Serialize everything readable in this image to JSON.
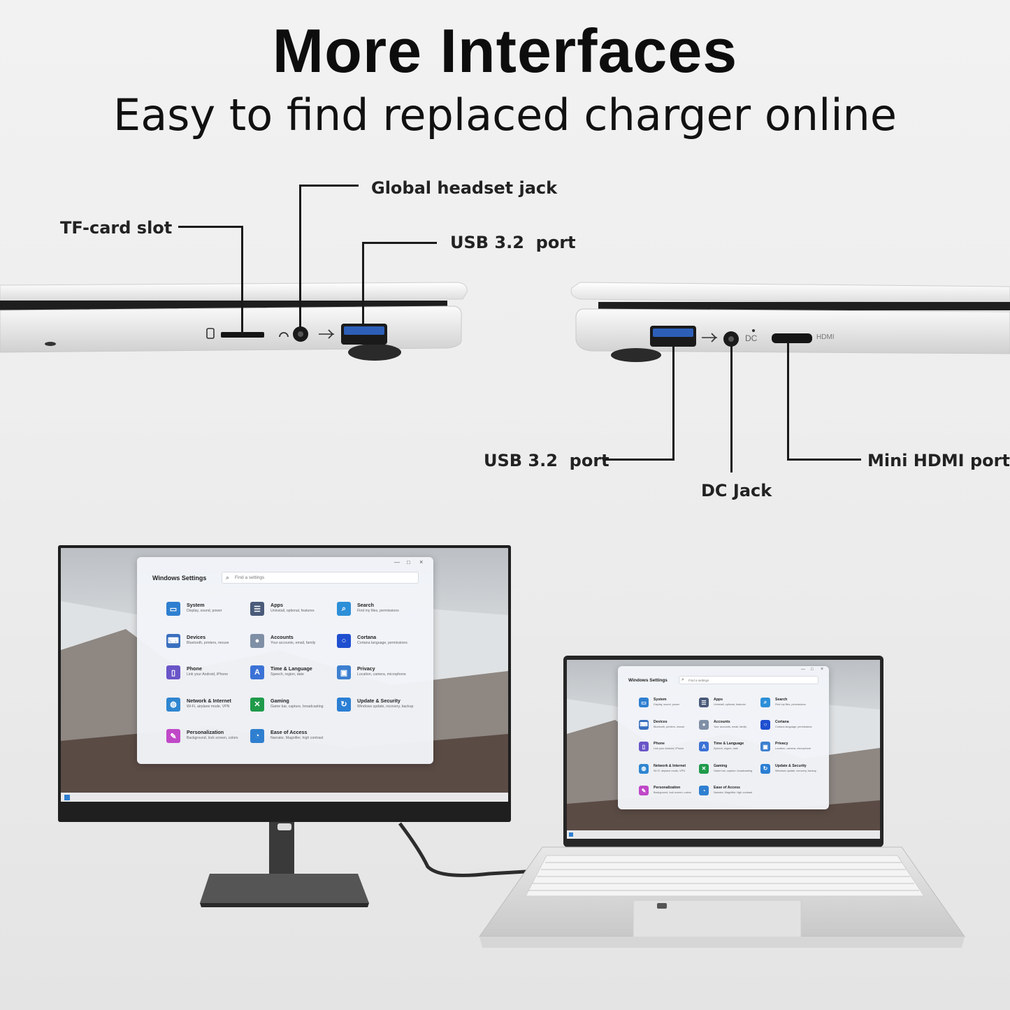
{
  "headline": "More Interfaces",
  "subheadline": "Easy to find replaced charger online",
  "left_callouts": {
    "tf_card": "TF-card slot",
    "headset": "Global headset jack",
    "usb": "USB 3.2  port"
  },
  "right_callouts": {
    "usb": "USB 3.2  port",
    "dc": "DC Jack",
    "hdmi": "Mini HDMI port"
  },
  "port_labels": {
    "dc": "DC",
    "hdmi": "HDMI"
  },
  "windows_settings": {
    "title": "Windows Settings",
    "search_placeholder": "Find a settings",
    "tiles": [
      {
        "name": "System",
        "desc": "Display, sound, power",
        "icon": "system-icon",
        "color": "#2f7fd0"
      },
      {
        "name": "Apps",
        "desc": "Uninstall, optional, features",
        "icon": "apps-icon",
        "color": "#4a5a7a"
      },
      {
        "name": "Search",
        "desc": "Find my files, permissions",
        "icon": "search-icon",
        "color": "#2d8fd8"
      },
      {
        "name": "Devices",
        "desc": "Bluetooth, printers, mouse",
        "icon": "devices-icon",
        "color": "#3a6fbf"
      },
      {
        "name": "Accounts",
        "desc": "Your accounts, email, family",
        "icon": "accounts-icon",
        "color": "#7f8fa6"
      },
      {
        "name": "Cortana",
        "desc": "Cortana language, permissions",
        "icon": "cortana-icon",
        "color": "#1f4fd0"
      },
      {
        "name": "Phone",
        "desc": "Link your Android, iPhone",
        "icon": "phone-icon",
        "color": "#6a55c8"
      },
      {
        "name": "Time & Language",
        "desc": "Speech, region, date",
        "icon": "time-language-icon",
        "color": "#3b72d6"
      },
      {
        "name": "Privacy",
        "desc": "Location, camera, microphone",
        "icon": "privacy-icon",
        "color": "#3c7fd0"
      },
      {
        "name": "Network & Internet",
        "desc": "Wi-Fi, airplane mode, VPN",
        "icon": "network-icon",
        "color": "#2f86d0"
      },
      {
        "name": "Gaming",
        "desc": "Game bar, capture, broadcasting",
        "icon": "gaming-icon",
        "color": "#1f9a4a"
      },
      {
        "name": "Update & Security",
        "desc": "Windows update, recovery, backup",
        "icon": "update-icon",
        "color": "#2b7fd4"
      },
      {
        "name": "Personalization",
        "desc": "Background, lock screen, colors",
        "icon": "personalization-icon",
        "color": "#c048c8"
      },
      {
        "name": "Ease of Access",
        "desc": "Narrator, Magnifier, high contrast",
        "icon": "ease-of-access-icon",
        "color": "#2f7fd0"
      }
    ]
  },
  "colors": {
    "accent": "#2f7fd0",
    "usb_port_blue": "#2d5fb8",
    "bezel": "#1f1f1f"
  }
}
